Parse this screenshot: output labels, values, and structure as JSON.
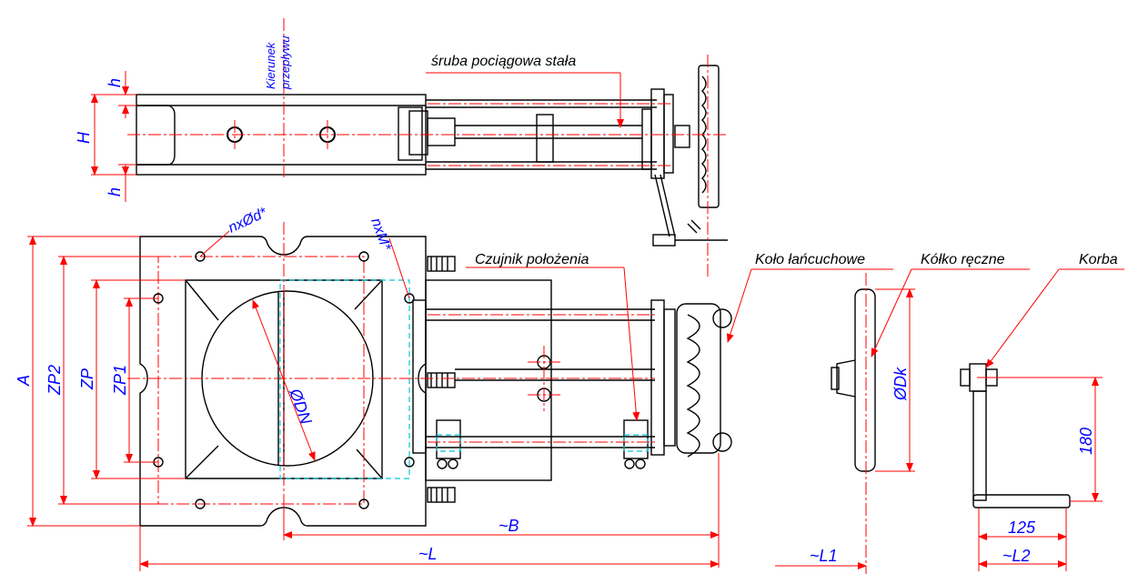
{
  "labels": {
    "flow_direction_1": "Kierunek",
    "flow_direction_2": "przepływu",
    "trapezoid_screw": "śruba pociągowa stała",
    "position_sensor": "Czujnik położenia",
    "chain_wheel": "Koło łańcuchowe",
    "handwheel": "Kółko ręczne",
    "crank": "Korba"
  },
  "dimensions": {
    "h_top": "h",
    "H": "H",
    "h_bottom": "h",
    "holes": "nxØd*",
    "threads": "nxM*",
    "A": "A",
    "ZP2": "ZP2",
    "ZP": "ZP",
    "ZP1": "ZP1",
    "DN": "ØDN",
    "Dk": "ØDk",
    "crank_height": "180",
    "crank_length": "125",
    "B": "~B",
    "L": "~L",
    "L1": "~L1",
    "L2": "~L2"
  },
  "colors": {
    "outline": "#000000",
    "dimension": "#ff0000",
    "text": "#0000ff",
    "hidden": "#00c8d8"
  }
}
